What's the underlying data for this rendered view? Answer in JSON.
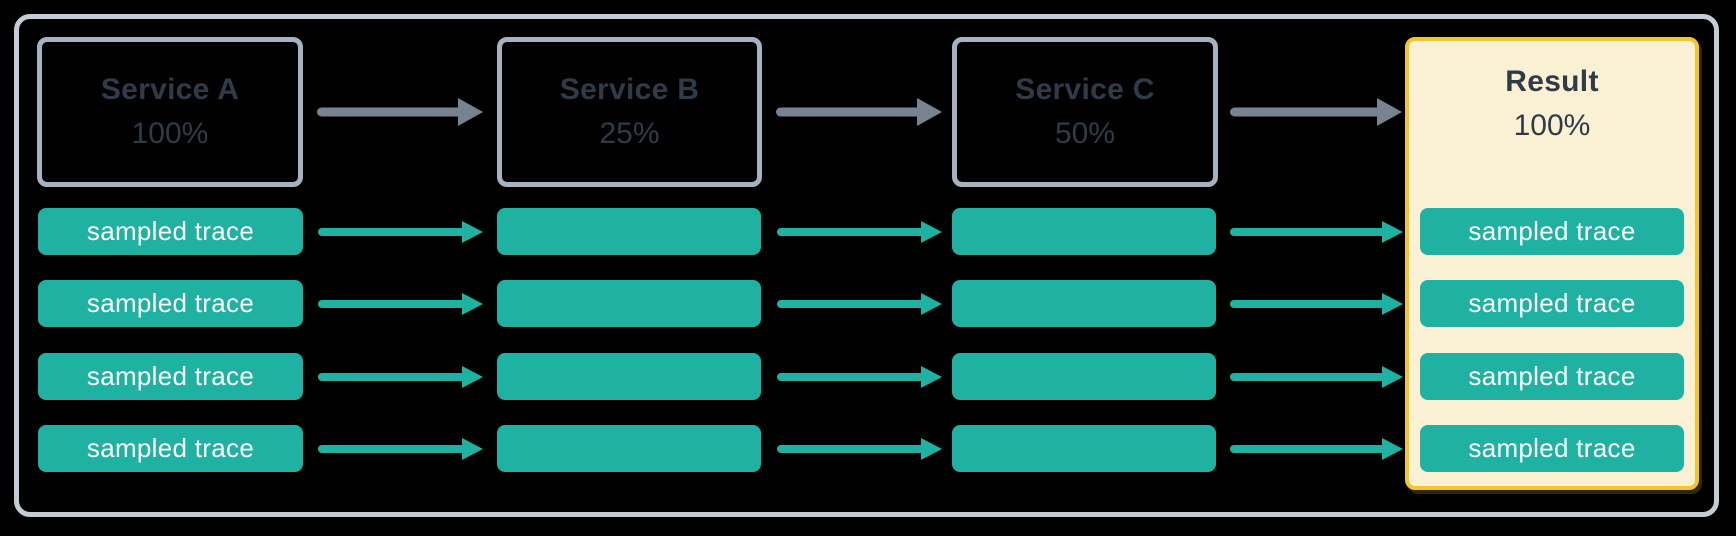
{
  "diagram": {
    "description_role": "head-based-sampling-flow",
    "trace_label": "sampled trace",
    "rows": 4
  },
  "services": [
    {
      "name": "Service A",
      "rate": "100%"
    },
    {
      "name": "Service B",
      "rate": "25%"
    },
    {
      "name": "Service C",
      "rate": "50%"
    }
  ],
  "result": {
    "name": "Result",
    "rate": "100%"
  },
  "trace_label": "sampled trace",
  "colors": {
    "background": "#000000",
    "frame_border": "#C4CDD6",
    "service_border": "#A6B2C0",
    "service_text": "#2F3B49",
    "trace_fill": "#1FB1A1",
    "trace_text": "#FFFFFF",
    "flow_arrow": "#77848F",
    "result_fill": "#FAF0D3",
    "result_border": "#F5C431"
  }
}
